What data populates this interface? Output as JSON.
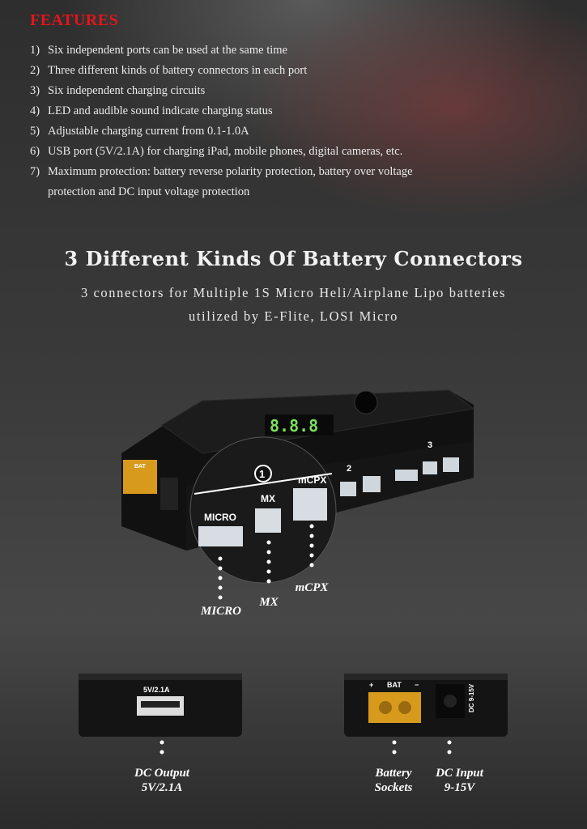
{
  "features": {
    "title": "FEATURES",
    "items": [
      {
        "num": "1)",
        "text": "Six independent ports can be used at the same time"
      },
      {
        "num": "2)",
        "text": "Three different kinds of battery connectors in each port"
      },
      {
        "num": "3)",
        "text": "Six independent charging circuits"
      },
      {
        "num": "4)",
        "text": "LED and audible sound indicate charging status"
      },
      {
        "num": "5)",
        "text": "Adjustable charging current from 0.1-1.0A"
      },
      {
        "num": "6)",
        "text": "USB port (5V/2.1A) for charging iPad, mobile phones, digital cameras, etc."
      },
      {
        "num": "7)",
        "text": "Maximum protection: battery reverse polarity protection, battery over voltage"
      }
    ],
    "item7_cont": "protection and DC input voltage protection"
  },
  "connectors": {
    "heading": "3 Different Kinds Of Battery Connectors",
    "sub1": "3 connectors for Multiple 1S Micro Heli/Airplane Lipo batteries",
    "sub2": "utilized by E-Flite, LOSI Micro",
    "device": {
      "display": "8.8.8",
      "port1": "1",
      "port2": "2",
      "port3": "3",
      "bat": "BAT",
      "micro": "MICRO",
      "mx": "MX",
      "mcpx": "mCPX"
    },
    "labels": {
      "micro": "MICRO",
      "mx": "MX",
      "mcpx": "mCPX"
    }
  },
  "bottom": {
    "usb_label": "5V/2.1A",
    "bat_label": "BAT",
    "dc_label": "DC 9-15V",
    "dc_output": [
      "DC Output",
      "5V/2.1A"
    ],
    "battery_sockets": [
      "Battery",
      "Sockets"
    ],
    "dc_input": [
      "DC Input",
      "9-15V"
    ]
  },
  "colors": {
    "accent": "#e3151a",
    "display": "#7de05a",
    "xt60": "#d89a1c"
  }
}
